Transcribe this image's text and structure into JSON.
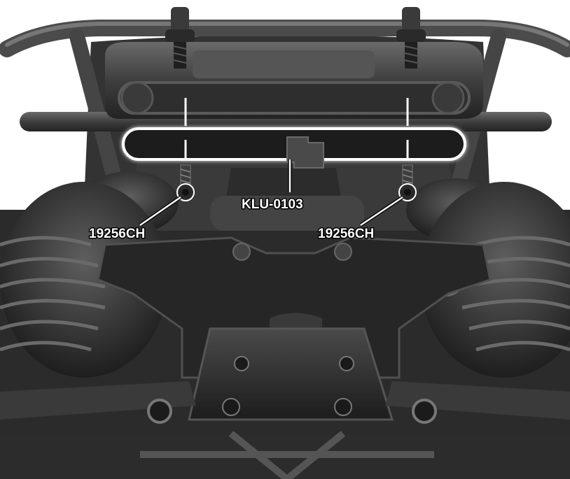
{
  "callouts": {
    "part_bracket": "KLU-0103",
    "screw_left": "19256CH",
    "screw_right": "19256CH"
  },
  "colors": {
    "chassis_dark": "#2a2a2a",
    "chassis_mid": "#3c3c3c",
    "chassis_light": "#5a5a5a",
    "highlight_glow": "#ffffff",
    "label_text": "#ffffff"
  }
}
